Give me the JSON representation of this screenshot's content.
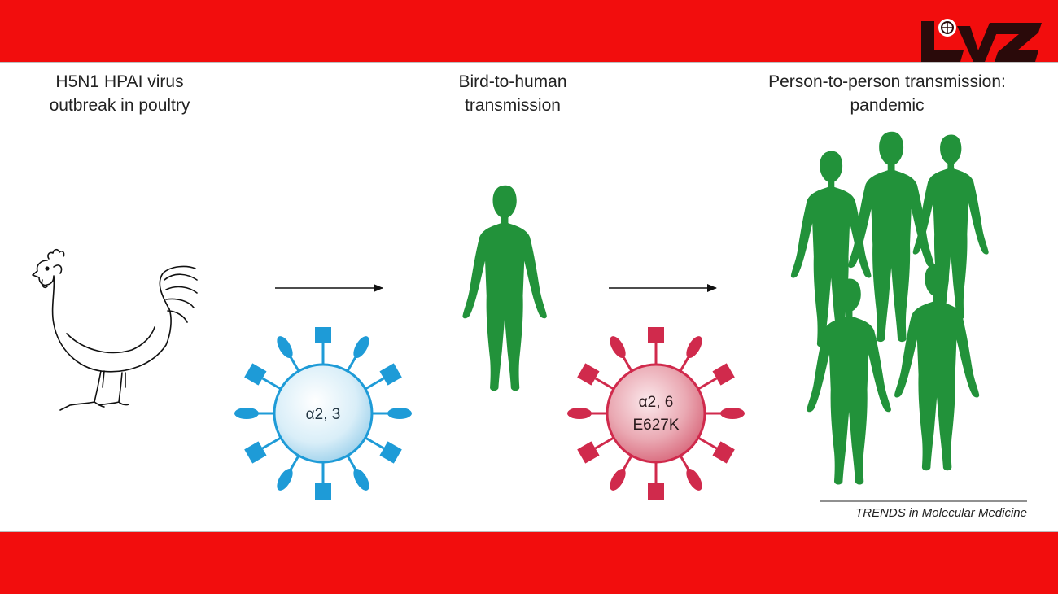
{
  "colors": {
    "banner": "#f20d0d",
    "human": "#22923a",
    "avian_virus": "#1e9bd7",
    "human_virus": "#d02a4c",
    "outline": "#111111"
  },
  "logo": {
    "icon": "lsz-brand-logo"
  },
  "stages": [
    {
      "label": "H5N1 HPAI virus\noutbreak in poultry",
      "icon": "rooster-outline-icon"
    },
    {
      "label": "Bird-to-human\ntransmission",
      "icon": "human-figure-icon"
    },
    {
      "label": "Person-to-person transmission:\npandemic",
      "icon": "human-group-icon"
    }
  ],
  "viruses": [
    {
      "receptor": "α2, 3",
      "mutation": "",
      "color_key": "avian_virus"
    },
    {
      "receptor": "α2, 6",
      "mutation": "E627K",
      "color_key": "human_virus"
    }
  ],
  "source": "TRENDS in Molecular Medicine"
}
